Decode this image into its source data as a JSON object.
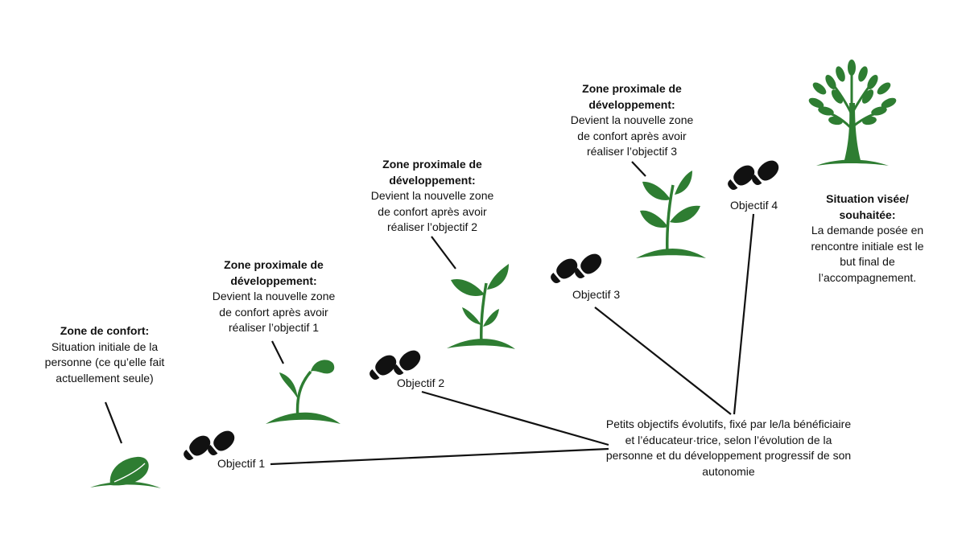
{
  "colors": {
    "plant": "#2e7d32",
    "steps": "#111111",
    "line": "#111111"
  },
  "stages": [
    {
      "title": "Zone de confort:",
      "body": "Situation initiale de la personne (ce qu’elle fait actuellement seule)",
      "icon": "seed-icon"
    },
    {
      "title": "Zone proximale de développement:",
      "body": "Devient la nouvelle zone de confort après avoir réaliser l’objectif 1",
      "icon": "sprout-icon"
    },
    {
      "title": "Zone proximale de développement:",
      "body": "Devient la nouvelle zone de confort après avoir réaliser l’objectif 2",
      "icon": "seedling-icon"
    },
    {
      "title": "Zone proximale de développement:",
      "body": "Devient la nouvelle zone de confort après avoir réaliser l’objectif 3",
      "icon": "young-plant-icon"
    },
    {
      "title": "Situation visée/ souhaitée:",
      "body": "La demande posée en rencontre initiale est le but final de l’accompagnement.",
      "icon": "tree-icon"
    }
  ],
  "objectives": [
    "Objectif 1",
    "Objectif 2",
    "Objectif 3",
    "Objectif 4"
  ],
  "note": "Petits objectifs évolutifs, fixé par le/la bénéficiaire et l’éducateur·trice, selon l’évolution de la personne et du développement progressif de son autonomie"
}
